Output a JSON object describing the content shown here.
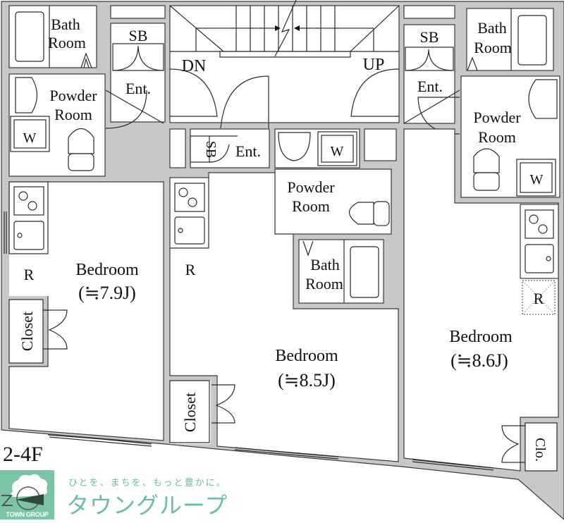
{
  "floor_label": "2-4F",
  "units": {
    "left": {
      "bath": [
        "Bath",
        "Room"
      ],
      "powder": [
        "Powder",
        "Room"
      ],
      "washer": "W",
      "shoe_box": "SB",
      "entrance": "Ent.",
      "fridge": "R",
      "closet": "Closet",
      "bedroom": "Bedroom",
      "bedroom_size": "(≒7.9J)"
    },
    "center": {
      "bath": [
        "Bath",
        "Room"
      ],
      "powder": [
        "Powder",
        "Room"
      ],
      "washer": "W",
      "shoe_box": "SB",
      "entrance": "Ent.",
      "fridge": "R",
      "closet": "Closet",
      "bedroom": "Bedroom",
      "bedroom_size": "(≒8.5J)"
    },
    "right": {
      "bath": [
        "Bath",
        "Room"
      ],
      "powder": [
        "Powder",
        "Room"
      ],
      "washer": "W",
      "shoe_box": "SB",
      "entrance": "Ent.",
      "fridge": "R",
      "closet": "Clo.",
      "bedroom": "Bedroom",
      "bedroom_size": "(≒8.6J)"
    }
  },
  "stairs": {
    "down": "DN",
    "up": "UP"
  },
  "branding": {
    "logo_text": "TOWN GROUP",
    "tagline": "ひとを、まちを、もっと豊かに。",
    "name": "タウングループ",
    "color": "#7cc5a4"
  }
}
